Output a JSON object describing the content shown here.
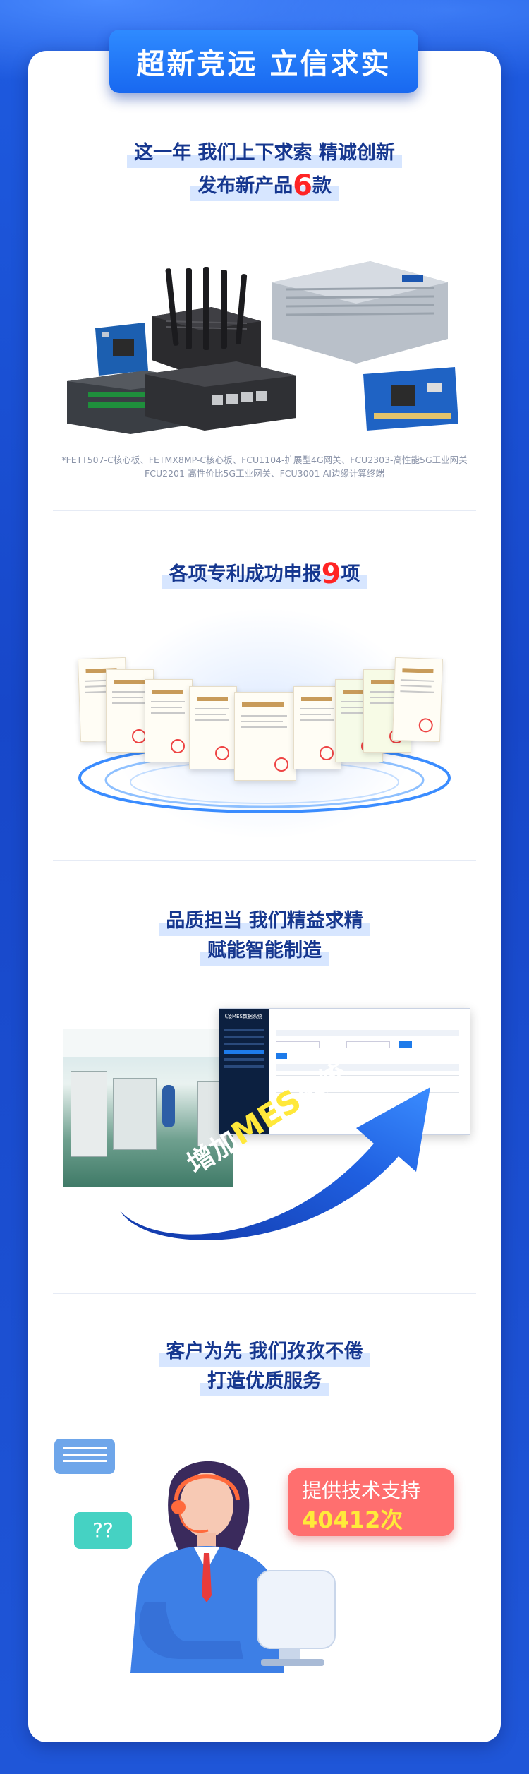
{
  "banner": {
    "title": "超新竞远 立信求实"
  },
  "section1": {
    "line1": "这一年 我们上下求索 精诚创新",
    "line2_prefix": "发布新产品",
    "line2_num": "6",
    "line2_suffix": "款",
    "caption_line1": "*FETT507-C核心板、FETMX8MP-C核心板、FCU1104-扩展型4G网关、FCU2303-高性能5G工业网关",
    "caption_line2": "FCU2201-高性价比5G工业网关、FCU3001-AI边缘计算终端"
  },
  "section2": {
    "line1_prefix": "各项专利成功申报",
    "line1_num": "9",
    "line1_suffix": "项"
  },
  "section3": {
    "line1": "品质担当 我们精益求精",
    "line2": "赋能智能制造",
    "arrow_prefix": "增加",
    "arrow_highlight": "MES",
    "arrow_suffix": "系统",
    "screen_title": "飞凌MES数据系统"
  },
  "section4": {
    "line1": "客户为先 我们孜孜不倦",
    "line2": "打造优质服务",
    "support_label": "提供技术支持",
    "support_count": "40412次",
    "question_marks": "??"
  },
  "colors": {
    "brand_blue": "#1f56d8",
    "accent_red": "#ff2424",
    "heading_navy": "#16378f",
    "highlight_yellow": "#ffea3a"
  }
}
